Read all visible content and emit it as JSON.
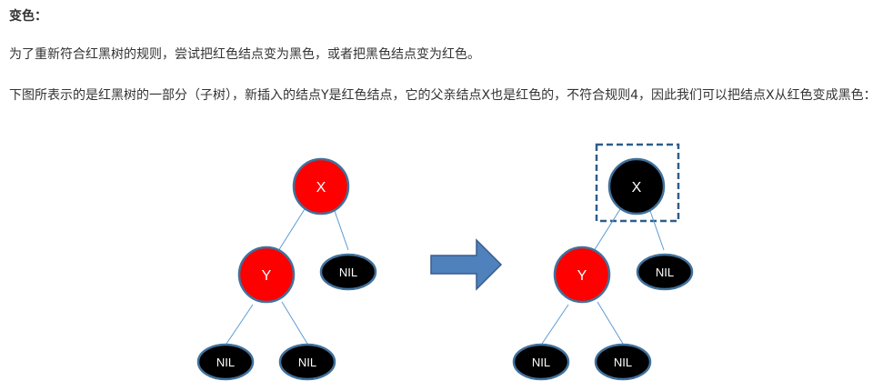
{
  "heading": "变色：",
  "paragraphs": [
    "为了重新符合红黑树的规则，尝试把红色结点变为黑色，或者把黑色结点变为红色。",
    "下图所表示的是红黑树的一部分（子树），新插入的结点Y是红色结点，它的父亲结点X也是红色的，不符合规则4，因此我们可以把结点X从红色变成黑色："
  ],
  "diagram": {
    "colors": {
      "red_node": "#ff0000",
      "black_node": "#000000",
      "node_border": "#41719c",
      "edge": "#5b9bd5",
      "arrow": "#4f81bd",
      "highlight_box": "#2e5d8a"
    },
    "before": {
      "root": "X",
      "root_color": "red",
      "left_child": "Y",
      "left_child_color": "red",
      "right_child": "NIL",
      "left_grandchildren": [
        "NIL",
        "NIL"
      ]
    },
    "after": {
      "root": "X",
      "root_color": "black",
      "left_child": "Y",
      "left_child_color": "red",
      "right_child": "NIL",
      "left_grandchildren": [
        "NIL",
        "NIL"
      ]
    }
  }
}
